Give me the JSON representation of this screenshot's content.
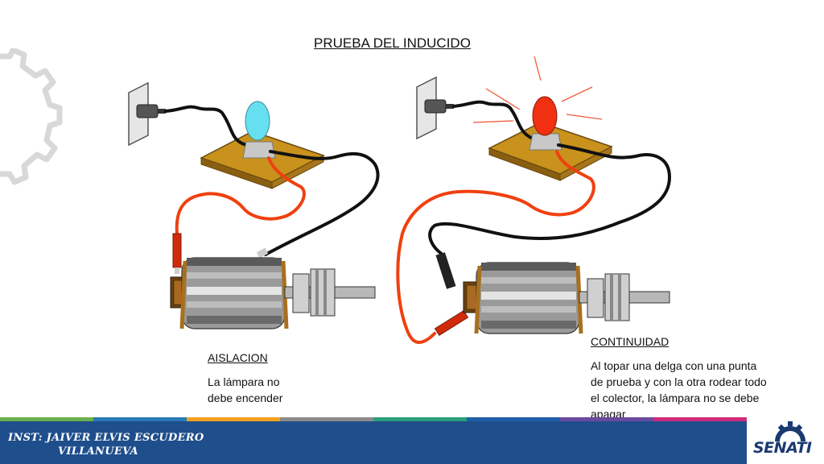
{
  "slide": {
    "title": "PRUEBA DEL INDUCIDO"
  },
  "left_test": {
    "heading": "AISLACION",
    "text_line1": "La lámpara no",
    "text_line2": "debe encender",
    "lamp_color": "#66e0f0"
  },
  "right_test": {
    "heading": "CONTINUIDAD",
    "text_line1": "Al topar una delga con una punta",
    "text_line2": "de prueba y con la otra rodear todo",
    "text_line3": "el colector, la lámpara no se debe",
    "text_line4": "apagar",
    "lamp_color": "#f03010"
  },
  "footer": {
    "line1": "INST: JAIVER ELVIS ESCUDERO",
    "line2": "VILLANUEVA",
    "logo_text": "SENATI",
    "stripe_colors": [
      "#6ab04c",
      "#2a7ab8",
      "#f0a020",
      "#8a8a8a",
      "#2aa07a",
      "#1e5fa8",
      "#6a4aa0",
      "#d02a7a"
    ],
    "bar_color": "#1f4e8c"
  }
}
